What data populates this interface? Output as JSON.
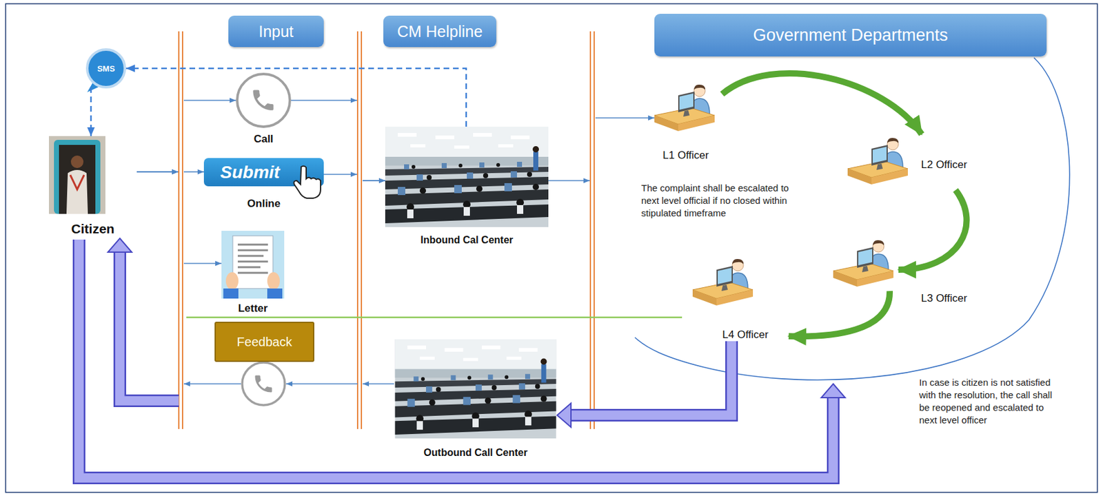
{
  "diagram": {
    "nodes": [
      {
        "text": [
          "Input"
        ]
      },
      {
        "text": [
          "CM Helpline"
        ]
      },
      {
        "text": [
          "Government Departments"
        ]
      },
      {
        "text": [
          "SMS"
        ]
      },
      {
        "text": [
          "Call"
        ]
      },
      {
        "text": [
          "Inbound Cal Center"
        ]
      },
      {
        "text": [
          "L1 Officer"
        ]
      },
      {
        "text": [
          "Citizen"
        ]
      },
      {
        "text": [
          "Submit",
          "Online"
        ]
      },
      {
        "text": [
          "L2 Officer"
        ]
      },
      {
        "text": [
          "L3 Officer"
        ]
      },
      {
        "text": [
          "Letter"
        ]
      },
      {
        "text": [
          "L4 Officer"
        ]
      },
      {
        "text": [
          "Feedback"
        ]
      },
      {
        "text": [
          "Outbound Call Center"
        ]
      }
    ],
    "edges": [
      {
        "from": 7,
        "to": 4,
        "arrow": "to"
      },
      {
        "from": 7,
        "to": 8,
        "arrow": "to"
      },
      {
        "from": 7,
        "to": 11,
        "arrow": "to"
      },
      {
        "from": 4,
        "to": 5,
        "arrow": "to"
      },
      {
        "from": 8,
        "to": 5,
        "arrow": "to"
      },
      {
        "from": 5,
        "to": 6,
        "arrow": "to"
      },
      {
        "from": 5,
        "to": 3,
        "arrow": "to"
      },
      {
        "from": 3,
        "to": 7,
        "arrow": "to"
      },
      {
        "from": 6,
        "to": 9,
        "arrow": "to"
      },
      {
        "from": 9,
        "to": 10,
        "arrow": "to"
      },
      {
        "from": 10,
        "to": 12,
        "arrow": "to"
      },
      {
        "from": 12,
        "to": 14,
        "arrow": "to"
      },
      {
        "from": 14,
        "to": 7,
        "arrow": "to"
      }
    ],
    "labels": [
      "The complaint shall be escalated to next level official if no closed within stipulated timeframe",
      "In case is citizen is not satisfied with the resolution, the call shall be reopened and escalated to next level officer"
    ]
  }
}
